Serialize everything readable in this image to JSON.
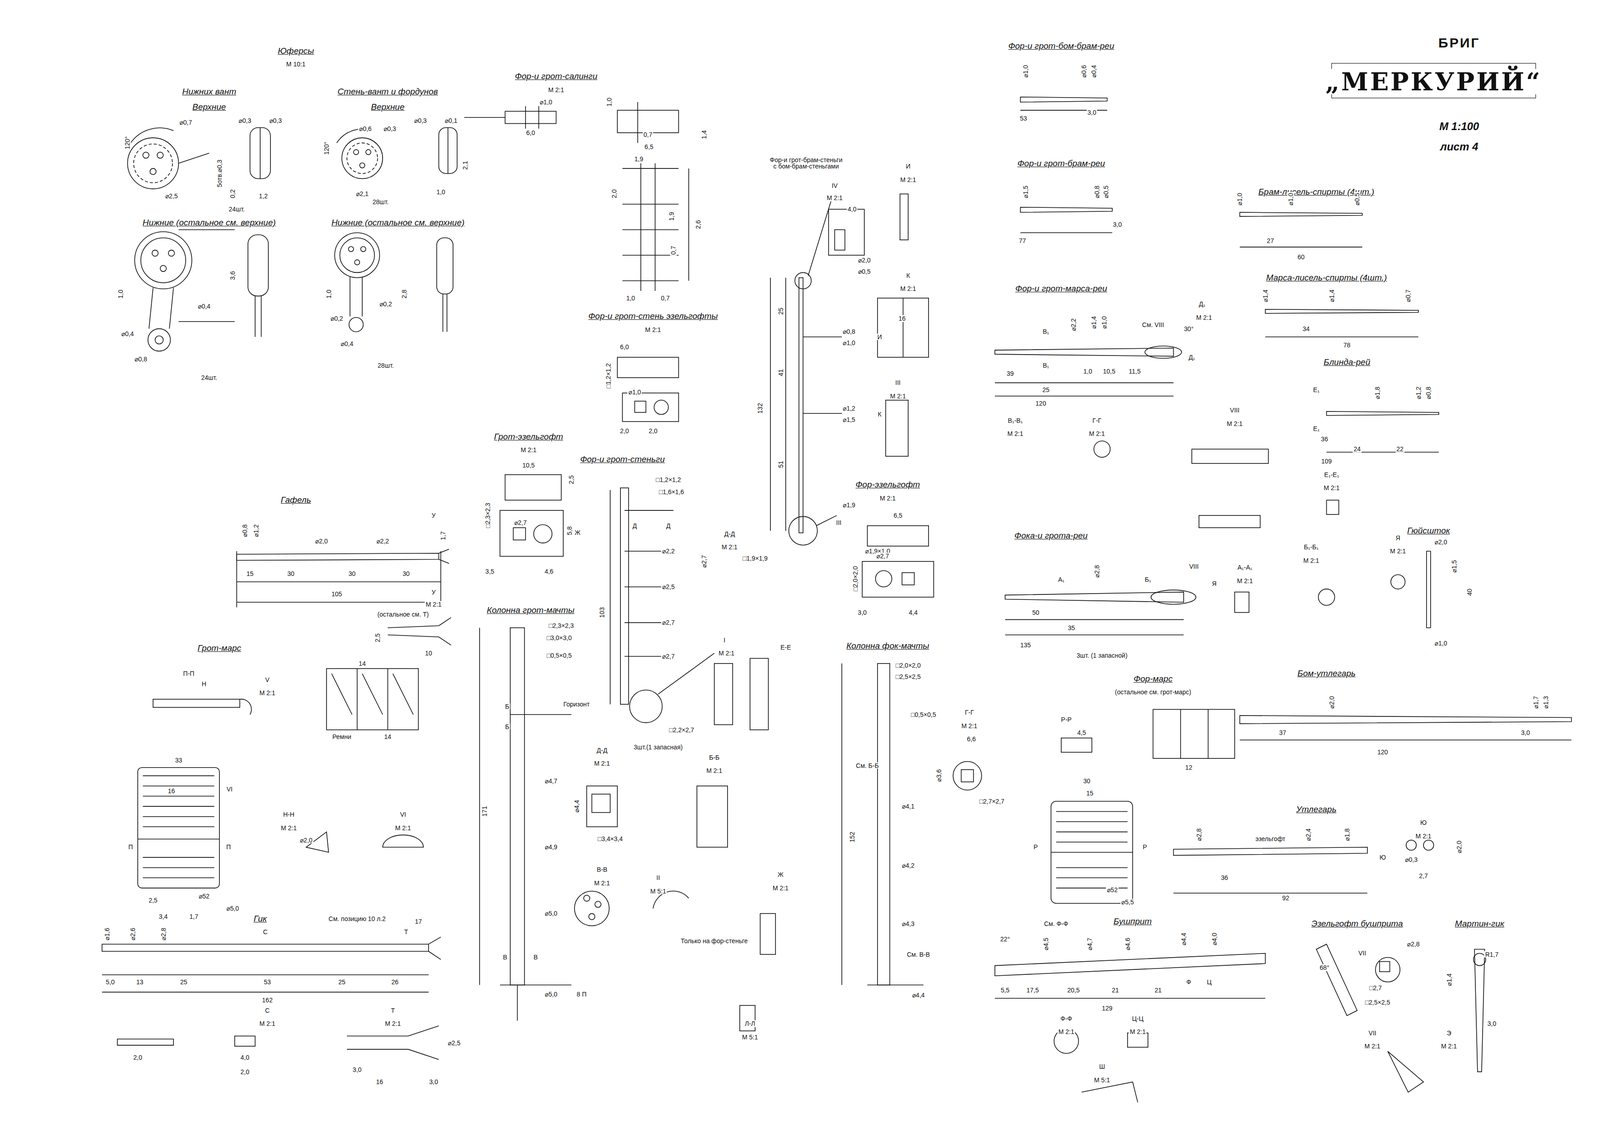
{
  "diagram": {
    "title": "БРИГ",
    "labels": [
      "Юферсы",
      "М 10:1",
      "Нижних вант",
      "Верхние",
      "Стень-вант и фордунов",
      "Верхние",
      "120°",
      "⌀0,7",
      "5отв.⌀0,3",
      "⌀2,5",
      "1,2",
      "0,2",
      "⌀0,3",
      "⌀0,3",
      "24шт.",
      "120°",
      "⌀0,6",
      "⌀0,3",
      "⌀2,1",
      "28шт.",
      "⌀0,3",
      "⌀0,1",
      "1,0",
      "2,1",
      "Нижние (остальное см. верхние)",
      "Нижние (остальное см. верхние)",
      "1,0",
      "⌀0,4",
      "3,6",
      "⌀0,4",
      "⌀0,8",
      "24шт.",
      "1,0",
      "⌀0,2",
      "2,8",
      "⌀0,2",
      "⌀0,4",
      "28шт.",
      "Фор-и грот-салинги",
      "М 2:1",
      "⌀1,0",
      "6,0",
      "1,0",
      "0,7",
      "6,5",
      "1,4",
      "1,9",
      "2,0",
      "1,9",
      "2,6",
      "0,7",
      "1,0",
      "0,7",
      "Фор-и грот-стень эзельгофты",
      "М 2:1",
      "6,0",
      "□1,2×1,2",
      "⌀1,0",
      "2,0",
      "2,0",
      "Грот-эзельгофт",
      "М 2:1",
      "10,5",
      "2,5",
      "⌀2,7",
      "□2,3×2,3",
      "5,8",
      "3,5",
      "4,6",
      "Фор-и грот-стеньги",
      "□1,2×1,2",
      "□1,6×1,6",
      "Ж",
      "Д",
      "Д",
      "⌀2,2",
      "⌀2,5",
      "⌀2,7",
      "⌀2,7",
      "103",
      "□2,2×2,7",
      "3шт.(1 запасная)",
      "Д-Д",
      "М 2:1",
      "⌀2,7",
      "□1,9×1,9",
      "Фор-и грот-брам-стеньги с бом-брам-стеньгами",
      "IV",
      "М 2:1",
      "4,0",
      "⌀2,0",
      "⌀0,5",
      "25",
      "⌀0,8",
      "⌀1,0",
      "И",
      "132",
      "41",
      "⌀1,2",
      "⌀1,5",
      "К",
      "51",
      "⌀1,9",
      "III",
      "⌀1,9×1,0",
      "И",
      "М 2:1",
      "К",
      "М 2:1",
      "16",
      "III",
      "М 2:1",
      "Фор-эзельгофт",
      "М 2:1",
      "6,5",
      "⌀2,7",
      "□2,0×2,0",
      "3,0",
      "4,4",
      "Гафель",
      "⌀0,8",
      "⌀1,2",
      "⌀2,0",
      "⌀2,2",
      "У",
      "1,7",
      "15",
      "30",
      "30",
      "30",
      "105",
      "У",
      "М 2:1",
      "(остальное см. Т)",
      "10",
      "2,5",
      "Грот-марс",
      "П-П",
      "Н",
      "V",
      "М 2:1",
      "14",
      "Ремни",
      "14",
      "33",
      "16",
      "VI",
      "П",
      "П",
      "2,5",
      "⌀52",
      "⌀5,0",
      "3,4",
      "1,7",
      "Н-Н",
      "М 2:1",
      "⌀2,0",
      "VI",
      "М 2:1",
      "Колонна грот-мачты",
      "□2,3×2,3",
      "□3,0×3,0",
      "□0,5×0,5",
      "Б",
      "Горизонт",
      "Б",
      "⌀4,7",
      "⌀4,9",
      "171",
      "⌀5,0",
      "В",
      "В",
      "⌀5,0",
      "8 П",
      "Д-Д",
      "М 2:1",
      "⌀4,4",
      "□3,4×3,4",
      "В-В",
      "М 2:1",
      "II",
      "М 5:1",
      "I",
      "М 2:1",
      "Б-Б",
      "М 2:1",
      "Е-Е",
      "Только на фор-стеньге",
      "Ж",
      "М 2:1",
      "Л-Л",
      "М 5:1",
      "Колонна фок-мачты",
      "□2,0×2,0",
      "□2,5×2,5",
      "□0,5×0,5",
      "152",
      "⌀4,1",
      "⌀4,2",
      "⌀4,3",
      "См. В-В",
      "⌀4,4",
      "См. Б-Б",
      "Г-Г",
      "М 2:1",
      "6,6",
      "⌀3,6",
      "□2,7×2,7",
      "Гик",
      "См. позицию 10 л.2",
      "С",
      "Т",
      "⌀1,6",
      "⌀2,6",
      "⌀2,8",
      "5,0",
      "13",
      "25",
      "53",
      "25",
      "26",
      "162",
      "17",
      "С",
      "М 2:1",
      "Т",
      "М 2:1",
      "2,0",
      "4,0",
      "2,0",
      "3,0",
      "16",
      "3,0",
      "⌀2,5",
      "Фор-и грот-бом-брам-реи",
      "⌀1,0",
      "⌀0,6",
      "⌀0,4",
      "53",
      "3,0",
      "Фор-и грот-брам-реи",
      "⌀1,5",
      "⌀0,8",
      "⌀0,5",
      "77",
      "3,0",
      "Фор-и грот-марса-реи",
      "В₁",
      "В₁",
      "⌀2,2",
      "⌀1,4",
      "⌀1,0",
      "См. VIII",
      "Д₁",
      "М 2:1",
      "30°",
      "Д₁",
      "39",
      "25",
      "1,0",
      "10,5",
      "11,5",
      "120",
      "В₁-В₁",
      "М 2:1",
      "Г-Г",
      "М 2:1",
      "VIII",
      "М 2:1",
      "Фока-и грота-реи",
      "А₁",
      "⌀2,8",
      "Б₁",
      "VIII",
      "Я",
      "50",
      "35",
      "135",
      "3шт. (1 запасной)",
      "А₁-А₁",
      "М 2:1",
      "Б₁-Б₁",
      "М 2:1",
      "Я",
      "М 2:1",
      "Брам-лисель-спирты (4шт.)",
      "⌀1,0",
      "⌀1,0",
      "⌀0,5",
      "27",
      "60",
      "Марса-лисель-спирты (4шт.)",
      "⌀1,4",
      "⌀1,4",
      "⌀0,7",
      "34",
      "78",
      "Блинда-рей",
      "Е₁",
      "Е₁",
      "⌀1,8",
      "⌀1,2",
      "⌀0,8",
      "36",
      "24",
      "22",
      "109",
      "Е₁-Е₁",
      "М 2:1",
      "Гюйсшток",
      "⌀2,0",
      "⌀1,5",
      "40",
      "⌀1,0",
      "Фор-марс",
      "(остальное см. грот-марс)",
      "Р-Р",
      "4,5",
      "12",
      "30",
      "15",
      "⌀52",
      "⌀5,5",
      "Р",
      "Р",
      "Бом-утлегарь",
      "⌀2,0",
      "⌀1,7",
      "⌀1,3",
      "37",
      "3,0",
      "120",
      "Утлегарь",
      "эзельгофт",
      "⌀2,8",
      "⌀2,4",
      "⌀1,8",
      "36",
      "92",
      "Ю",
      "Ю",
      "М 2:1",
      "⌀0,3",
      "⌀2,0",
      "2,7",
      "Бушприт",
      "См. Ф-Ф",
      "22°",
      "⌀4,5",
      "⌀4,7",
      "⌀4,6",
      "⌀4,4",
      "⌀4,0",
      "Ц",
      "Ф",
      "5,5",
      "17,5",
      "20,5",
      "21",
      "21",
      "129",
      "Ф-Ф",
      "М 2:1",
      "Ц-Ц",
      "М 2:1",
      "Ш",
      "М 5:1",
      "Эзельгофт бушприта",
      "68°",
      "VII",
      "⌀2,8",
      "□2,7",
      "□2,5×2,5",
      "VII",
      "М 2:1",
      "Мартин-гик",
      "Э",
      "М 2:1",
      "R1,7",
      "⌀1,4",
      "3,0",
      "„МЕРКУРИЙ“",
      "М 1:100",
      "лист 4"
    ]
  }
}
